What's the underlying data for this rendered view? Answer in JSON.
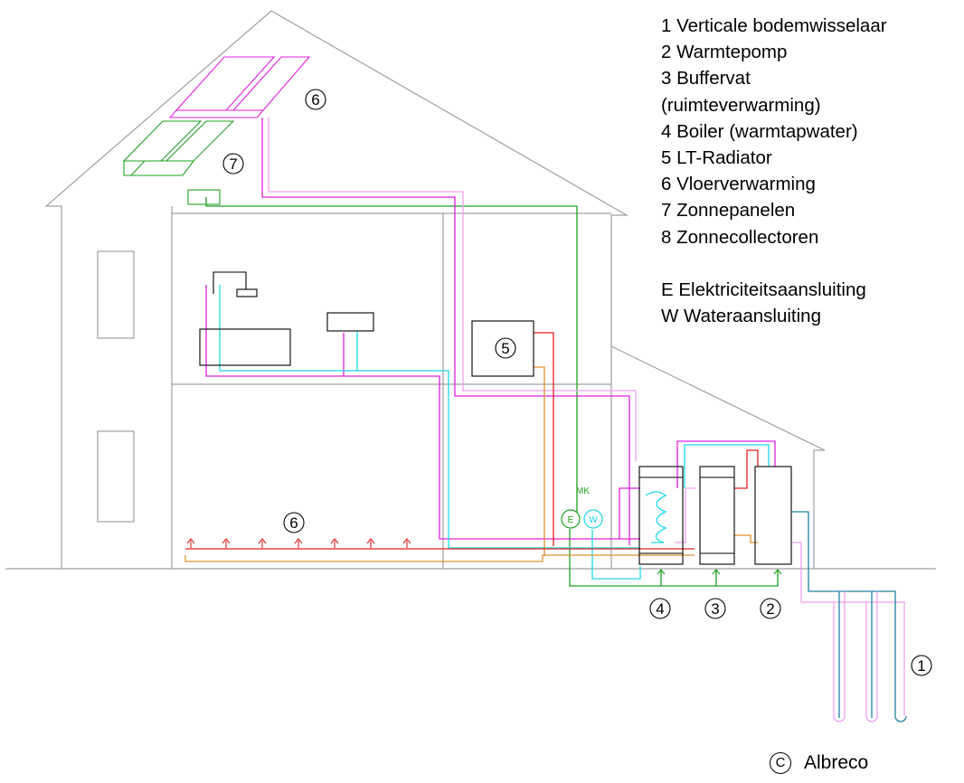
{
  "legend": {
    "items": [
      "1 Verticale bodemwisselaar",
      "2 Warmtepomp",
      "3 Buffervat",
      "(ruimteverwarming)",
      "4 Boiler (warmtapwater)",
      "5 LT-Radiator",
      "6 Vloerverwarming",
      "7 Zonnepanelen",
      "8 Zonnecollectoren"
    ],
    "connections": [
      "E Elektriciteitsaansluiting",
      "W Wateraansluiting"
    ]
  },
  "markers": {
    "m1": "1",
    "m2": "2",
    "m3": "3",
    "m4": "4",
    "m5": "5",
    "m6_roof": "6",
    "m6_floor": "6",
    "m7": "7"
  },
  "meter_box": {
    "label": "MK",
    "electric": "E",
    "water": "W"
  },
  "credit": {
    "symbol": "C",
    "name": "Albreco"
  },
  "colors": {
    "pipe_magenta": "#e020e0",
    "pipe_pink": "#f0a0f0",
    "pipe_cyan": "#20d8e8",
    "pipe_green": "#20a020",
    "pipe_red": "#e02020",
    "pipe_orange": "#e09030",
    "pipe_blue": "#2080a0",
    "structure": "#a0a0a0"
  }
}
